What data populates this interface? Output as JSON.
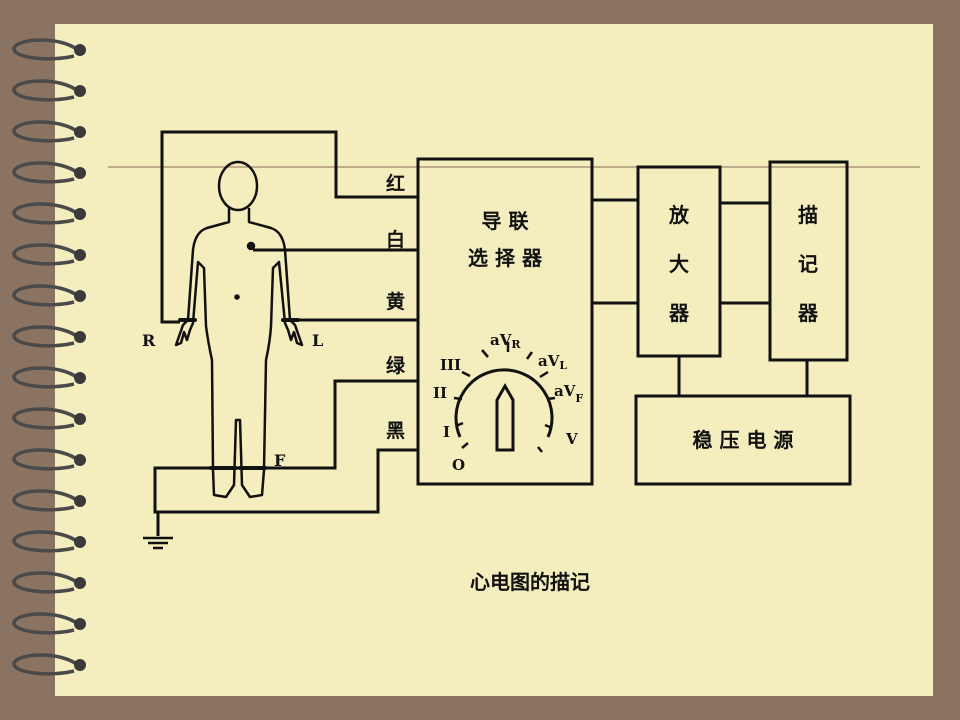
{
  "diagram": {
    "wire_labels": [
      "红",
      "白",
      "黄",
      "绿",
      "黑"
    ],
    "limb_labels": {
      "right_arm": "R",
      "left_arm": "L",
      "foot": "F"
    },
    "selector_title": [
      "导 联",
      "选 择 器"
    ],
    "dial_labels": {
      "aVR": "aV",
      "aVR_sub": "R",
      "aVL": "aV",
      "aVL_sub": "L",
      "aVF": "aV",
      "aVF_sub": "F",
      "III": "III",
      "II": "II",
      "I": "I",
      "O": "O",
      "V": "V"
    },
    "amplifier": [
      "放",
      "大",
      "器"
    ],
    "recorder": [
      "描",
      "记",
      "器"
    ],
    "power_supply": "稳 压 电 源"
  },
  "caption": "心电图的描记",
  "colors": {
    "background": "#8b7361",
    "paper": "#f4edbd",
    "ink": "#111111",
    "ring": "#555555"
  }
}
